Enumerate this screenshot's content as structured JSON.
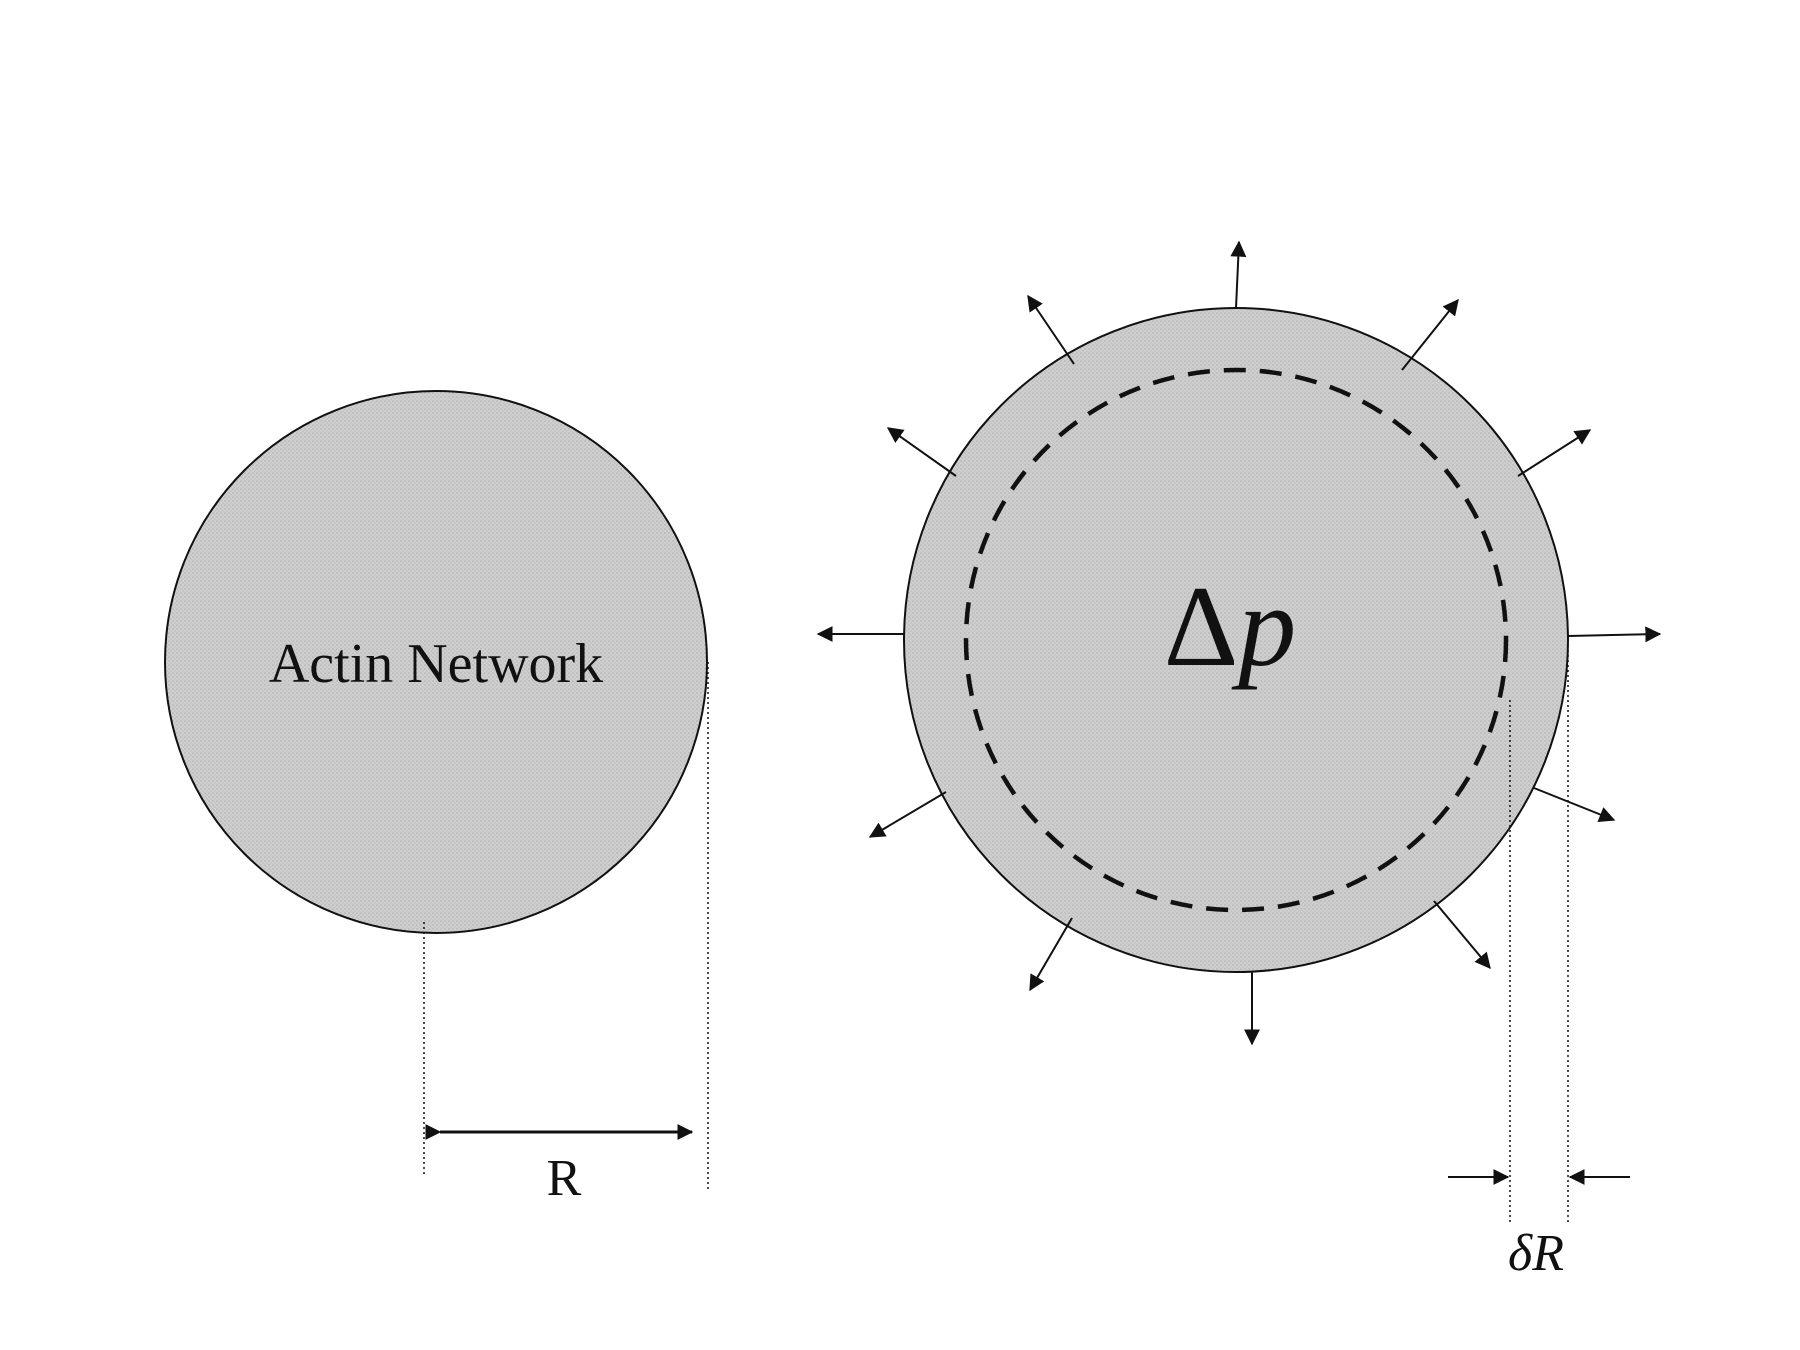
{
  "diagram": {
    "left_circle": {
      "label": "Actin Network"
    },
    "right_circle": {
      "label_symbol": "Δ",
      "label_variable": "p"
    },
    "dimensions": {
      "radius_label": "R",
      "delta_radius_prefix": "δ",
      "delta_radius_variable": "R"
    },
    "colors": {
      "fill": "#cfcfcf",
      "stroke": "#111111"
    },
    "arrow_count": 14
  }
}
